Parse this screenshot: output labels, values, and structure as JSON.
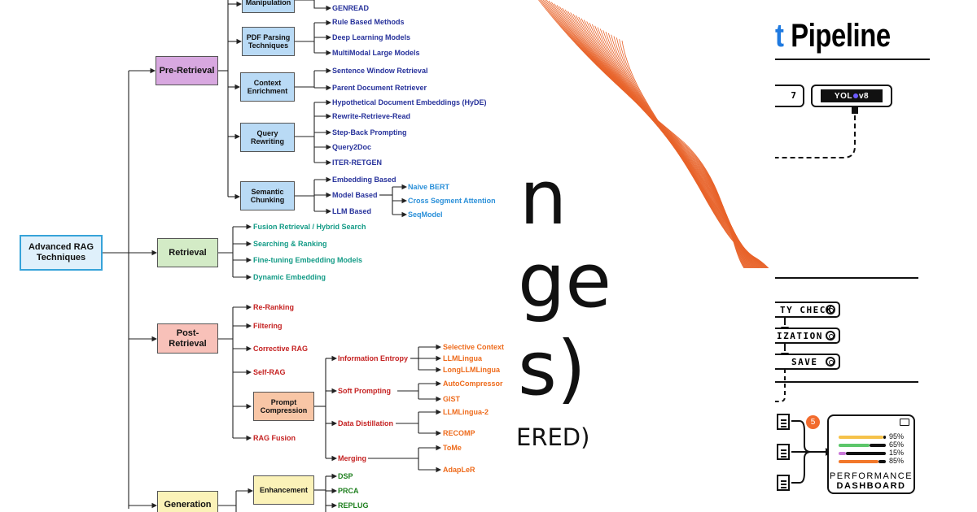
{
  "tree": {
    "root": "Advanced RAG Techniques",
    "stages": {
      "pre": "Pre-Retrieval",
      "retrieval": "Retrieval",
      "post": "Post-Retrieval",
      "generation": "Generation"
    },
    "pre_groups": {
      "manipulation": "Manipulation",
      "pdf": "PDF Parsing Techniques",
      "context": "Context Enrichment",
      "query": "Query Rewriting",
      "chunking": "Semantic Chunking"
    },
    "leaves": {
      "genread": "GENREAD",
      "rule": "Rule Based Methods",
      "deep": "Deep Learning Models",
      "multimodal": "MultiModal Large Models",
      "sentence": "Sentence Window Retrieval",
      "parent": "Parent Document Retriever",
      "hyde": "Hypothetical Document Embeddings (HyDE)",
      "rrr": "Rewrite-Retrieve-Read",
      "stepback": "Step-Back Prompting",
      "q2d": "Query2Doc",
      "iter": "ITER-RETGEN",
      "embed": "Embedding Based",
      "model": "Model Based",
      "llm": "LLM Based",
      "bert": "Naive BERT",
      "cross": "Cross Segment Attention",
      "seq": "SeqModel",
      "fusion": "Fusion Retrieval / Hybrid Search",
      "searching": "Searching & Ranking",
      "finetune": "Fine-tuning Embedding Models",
      "dynamic": "Dynamic Embedding",
      "rerank": "Re-Ranking",
      "filtering": "Filtering",
      "crag": "Corrective RAG",
      "selfrag": "Self-RAG",
      "ragfusion": "RAG Fusion",
      "compression": "Prompt Compression",
      "entropy": "Information Entropy",
      "soft": "Soft Prompting",
      "distill": "Data Distillation",
      "merging": "Merging",
      "selective": "Selective Context",
      "llmlingua": "LLMLingua",
      "longllm": "LongLLMLingua",
      "autocomp": "AutoCompressor",
      "gist": "GIST",
      "llmlingua2": "LLMLingua-2",
      "recomp": "RECOMP",
      "tome": "ToMe",
      "adapler": "AdapLeR",
      "enhancement": "Enhancement",
      "dsp": "DSP",
      "prca": "PRCA",
      "replug": "REPLUG"
    }
  },
  "middle": {
    "line1": "n",
    "line2": "ge",
    "line3": "s)",
    "line4": "ERED)"
  },
  "right": {
    "title_accent": "t",
    "title": "Pipeline",
    "model_a": "7",
    "model_b_prefix": "YOL",
    "model_b_suffix": "v8",
    "step1": "TY CHECK",
    "step2": "IZATION",
    "step3": "SAVE",
    "badge": "5",
    "pcts": [
      "95%",
      "65%",
      "15%",
      "85%"
    ],
    "dashboard_line1": "PERFORMANCE",
    "dashboard_line2": "DASHBOARD"
  },
  "colors": {
    "leaf_blue": "#27329b",
    "leaf_cyan": "#2b90d9",
    "leaf_teal": "#139b86",
    "leaf_red": "#c52222",
    "leaf_orange": "#ee6b1c",
    "leaf_green": "#1e7f1e",
    "wave": "#e8632a",
    "accent_blue": "#1f7ae0"
  },
  "dashboard_bars": [
    {
      "value": 95,
      "color": "#f5c24a"
    },
    {
      "value": 65,
      "color": "#5cc66a"
    },
    {
      "value": 15,
      "color": "#c978d8"
    },
    {
      "value": 85,
      "color": "#f2782a"
    }
  ]
}
